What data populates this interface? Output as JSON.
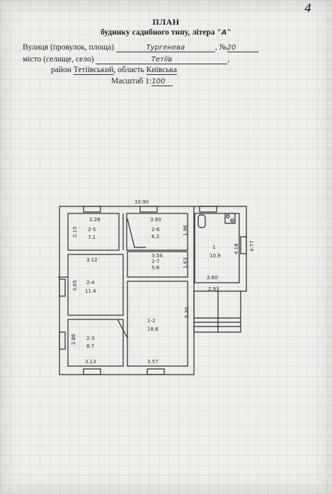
{
  "page_number": "4",
  "header": {
    "title": "ПЛАН",
    "subtitle": "будинку садибного типу, літера \"",
    "subtitle_letter": "А",
    "subtitle_end": "\"",
    "street_label": "Вулиця (провулок, площа)",
    "street_value": "Тургенева",
    "number_label": "№",
    "number_value": "20",
    "city_label": "місто (селище, село)",
    "city_value": "Тетіїв",
    "district_label": "район",
    "district_value": "Тетіївський",
    "oblast_label": "область",
    "oblast_value": "Київська",
    "scale_label": "Масштаб 1:",
    "scale_value": "100"
  },
  "plan": {
    "overall_width": "10.90",
    "rooms": [
      {
        "id": "2-5",
        "area": "7.1",
        "dims": [
          "3.28",
          "2.15"
        ]
      },
      {
        "id": "2-6",
        "area": "6.2",
        "dims": [
          "3.90",
          "1.96"
        ]
      },
      {
        "id": "2-7",
        "area": "5.8",
        "dims": [
          "3.54",
          "1.63"
        ]
      },
      {
        "id": "1",
        "area": "10.9",
        "dims": [
          "4.18",
          "2.60"
        ]
      },
      {
        "id": "2-4",
        "area": "11.4",
        "dims": [
          "3.12",
          "3.65"
        ]
      },
      {
        "id": "1-2",
        "area": "18.6",
        "dims": [
          "5.20",
          "3.57"
        ]
      },
      {
        "id": "2-3",
        "area": "8.7",
        "dims": [
          "2.86",
          "3.13"
        ]
      }
    ],
    "extra_dims": [
      "4.77",
      "2.93"
    ]
  }
}
